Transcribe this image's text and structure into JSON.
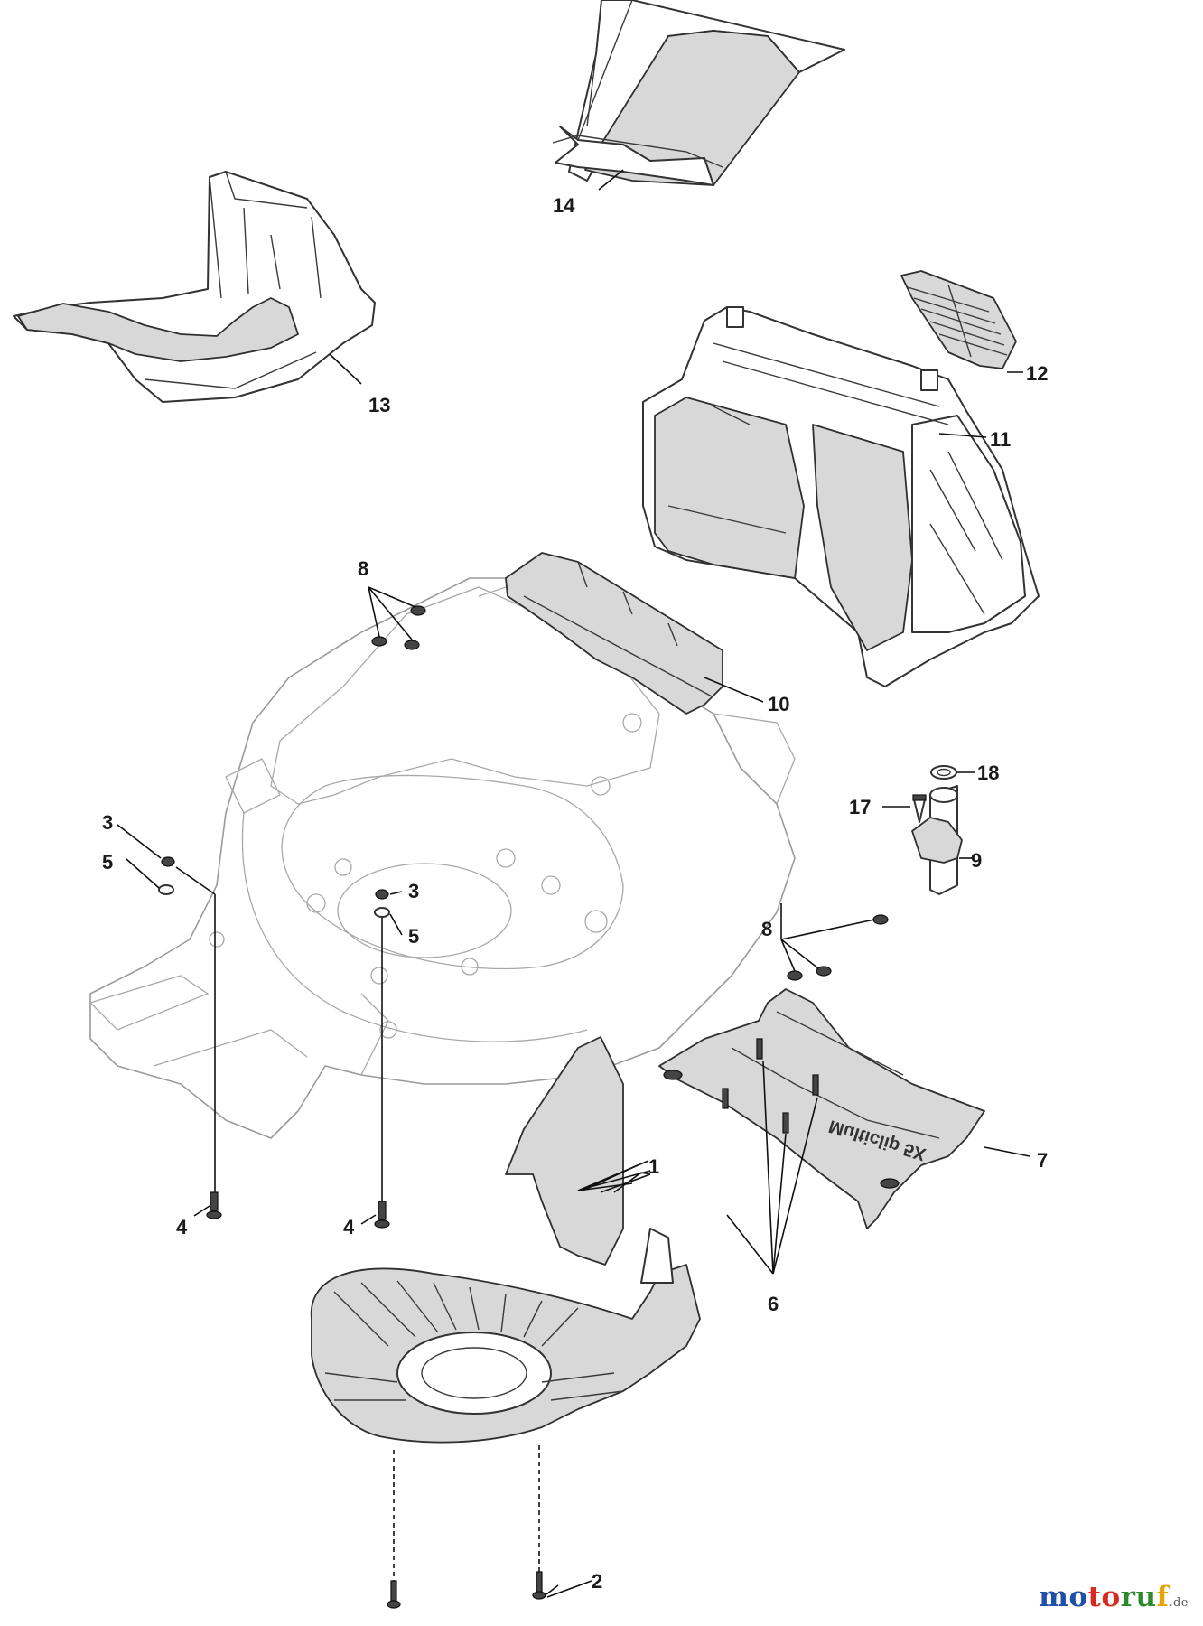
{
  "callouts": [
    {
      "id": "1",
      "label": "1"
    },
    {
      "id": "2",
      "label": "2"
    },
    {
      "id": "3a",
      "label": "3"
    },
    {
      "id": "3b",
      "label": "3"
    },
    {
      "id": "4a",
      "label": "4"
    },
    {
      "id": "4b",
      "label": "4"
    },
    {
      "id": "5a",
      "label": "5"
    },
    {
      "id": "5b",
      "label": "5"
    },
    {
      "id": "6",
      "label": "6"
    },
    {
      "id": "7",
      "label": "7"
    },
    {
      "id": "8a",
      "label": "8"
    },
    {
      "id": "8b",
      "label": "8"
    },
    {
      "id": "9",
      "label": "9"
    },
    {
      "id": "10",
      "label": "10"
    },
    {
      "id": "11",
      "label": "11"
    },
    {
      "id": "12",
      "label": "12"
    },
    {
      "id": "13",
      "label": "13"
    },
    {
      "id": "14",
      "label": "14"
    },
    {
      "id": "17",
      "label": "17"
    },
    {
      "id": "18",
      "label": "18"
    }
  ],
  "embossed_text": "Multiclip 5X",
  "watermark": {
    "brand": "motoruf",
    "domain": ".de"
  }
}
